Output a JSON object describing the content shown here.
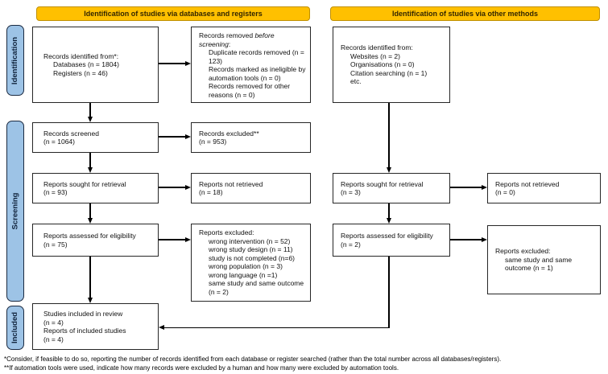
{
  "headers": {
    "databases": "Identification of studies via databases and registers",
    "other": "Identification of studies via other methods"
  },
  "stages": {
    "identification": "Identification",
    "screening": "Screening",
    "included": "Included"
  },
  "colors": {
    "header_bg": "#FFC000",
    "header_border": "#BF8F00",
    "stage_bg": "#9DC3E6",
    "stage_border": "#1B2A41",
    "box_border": "#262626",
    "arrow": "#000000"
  },
  "boxes": {
    "records_identified_db": {
      "title": "Records identified from*:",
      "items": [
        "Databases (n = 1804)",
        "Registers (n = 46)"
      ]
    },
    "records_removed": {
      "title_pre": "Records removed ",
      "title_italic": "before screening",
      "title_colon": ":",
      "items": [
        "Duplicate records removed (n = 123)",
        "Records marked as ineligible by automation tools (n = 0)",
        "Records removed for other reasons (n = 0)"
      ]
    },
    "records_screened": {
      "line1": "Records screened",
      "line2": "(n = 1064)"
    },
    "records_excluded": {
      "line1": "Records excluded**",
      "line2": "(n = 953)"
    },
    "reports_sought_db": {
      "line1": "Reports sought for retrieval",
      "line2": "(n = 93)"
    },
    "reports_not_retrieved_db": {
      "line1": "Reports not retrieved",
      "line2": "(n = 18)"
    },
    "reports_assessed_db": {
      "line1": "Reports assessed for eligibility",
      "line2": "(n = 75)"
    },
    "reports_excluded_db": {
      "title": "Reports excluded:",
      "items": [
        "wrong intervention (n = 52)",
        "wrong study design (n = 11)",
        "study is not completed (n=6)",
        "wrong population (n = 3)",
        "wrong language (n =1)",
        "same study and same outcome (n = 2)"
      ]
    },
    "included_studies": {
      "line1": "Studies included in review",
      "line2": "(n = 4)",
      "line3": "Reports of included studies",
      "line4": "(n = 4)"
    },
    "records_identified_other": {
      "title": "Records identified from:",
      "items": [
        "Websites (n = 2)",
        "Organisations (n = 0)",
        "Citation searching (n = 1)",
        "etc."
      ]
    },
    "reports_sought_other": {
      "line1": "Reports sought for retrieval",
      "line2": "(n = 3)"
    },
    "reports_not_retrieved_other": {
      "line1": "Reports not retrieved",
      "line2": "(n = 0)"
    },
    "reports_assessed_other": {
      "line1": "Reports assessed for eligibility",
      "line2": "(n = 2)"
    },
    "reports_excluded_other": {
      "title": "Reports excluded:",
      "items": [
        "same study and same outcome (n = 1)"
      ]
    }
  },
  "footnotes": [
    "*Consider, if feasible to do so, reporting the number of records identified from each database or register searched (rather than the total number across all databases/registers).",
    "**If automation tools were used, indicate how many records were excluded by a human and how many were excluded by automation tools."
  ]
}
